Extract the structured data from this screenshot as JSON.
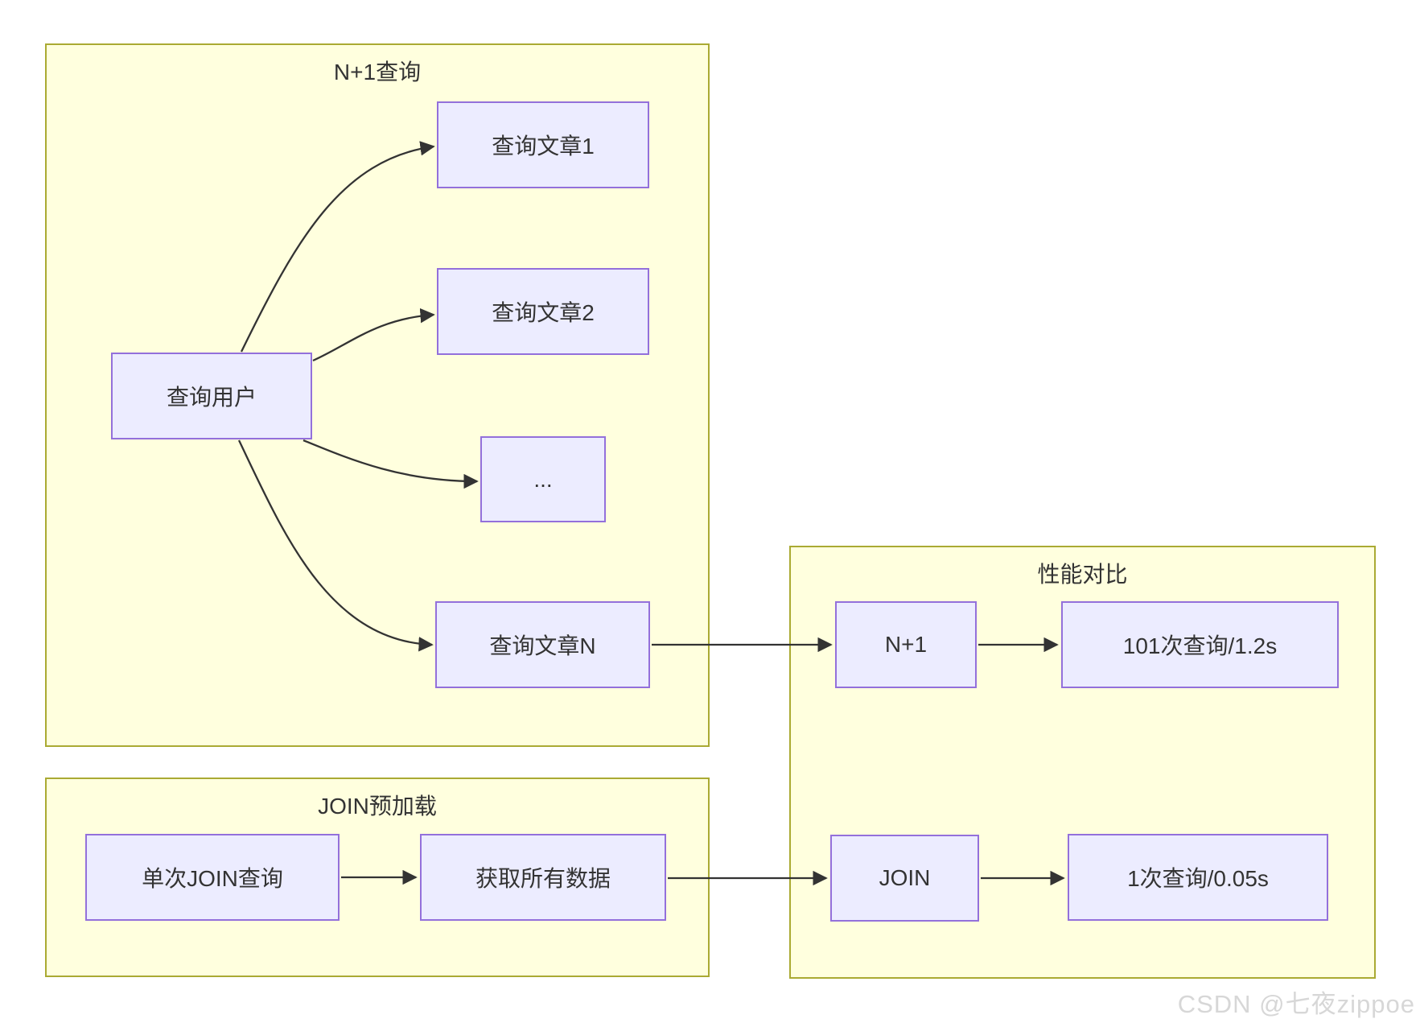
{
  "diagram": {
    "type": "flowchart",
    "clusters": [
      {
        "title": "N+1查询"
      },
      {
        "title": "JOIN预加载"
      },
      {
        "title": "性能对比"
      }
    ],
    "nodes": [
      {
        "label": "查询用户"
      },
      {
        "label": "查询文章1"
      },
      {
        "label": "查询文章2"
      },
      {
        "label": "..."
      },
      {
        "label": "查询文章N"
      },
      {
        "label": "N+1"
      },
      {
        "label": "101次查询/1.2s"
      },
      {
        "label": "单次JOIN查询"
      },
      {
        "label": "获取所有数据"
      },
      {
        "label": "JOIN"
      },
      {
        "label": "1次查询/0.05s"
      }
    ],
    "edges": [
      {
        "from": "查询用户",
        "to": "查询文章1"
      },
      {
        "from": "查询用户",
        "to": "查询文章2"
      },
      {
        "from": "查询用户",
        "to": "..."
      },
      {
        "from": "查询用户",
        "to": "查询文章N"
      },
      {
        "from": "查询文章N",
        "to": "N+1"
      },
      {
        "from": "N+1",
        "to": "101次查询/1.2s"
      },
      {
        "from": "单次JOIN查询",
        "to": "获取所有数据"
      },
      {
        "from": "获取所有数据",
        "to": "JOIN"
      },
      {
        "from": "JOIN",
        "to": "1次查询/0.05s"
      }
    ],
    "colors": {
      "node_fill": "#ECECFF",
      "node_border": "#9370DB",
      "cluster_fill": "#FFFFDE",
      "cluster_border": "#AAAA33",
      "edge": "#333333",
      "text": "#333333",
      "watermark": "#D7D7D7"
    },
    "watermark": "CSDN @七夜zippoe"
  }
}
